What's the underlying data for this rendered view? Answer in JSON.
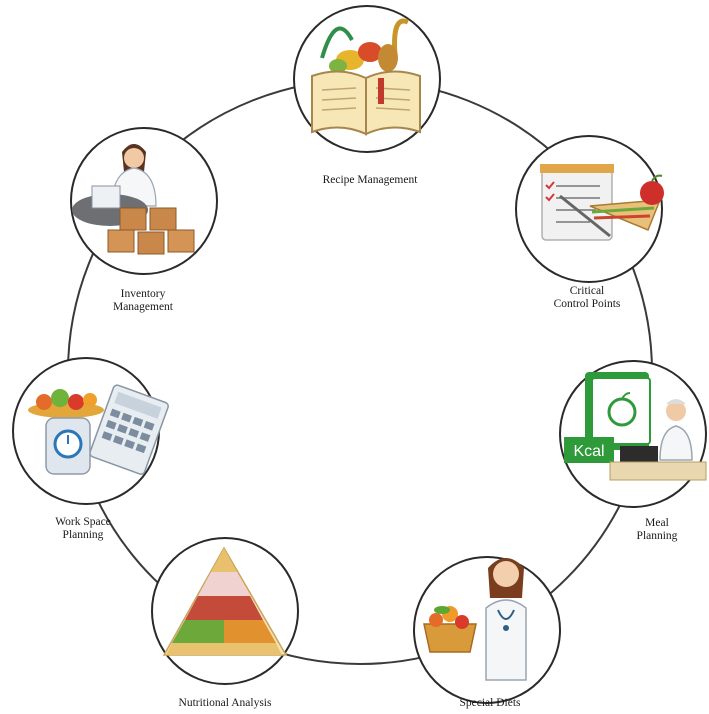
{
  "nodes": [
    {
      "id": "recipe-management",
      "lines": [
        "Recipe Management"
      ],
      "icon": "recipe-book-icon"
    },
    {
      "id": "critical-control-points",
      "lines": [
        "Critical",
        "Control Points"
      ],
      "icon": "checklist-sandwich-icon"
    },
    {
      "id": "meal-planning",
      "lines": [
        "Meal",
        "Planning"
      ],
      "icon": "kcal-doctor-icon"
    },
    {
      "id": "special-diets",
      "lines": [
        "Special Diets"
      ],
      "icon": "dietitian-icon"
    },
    {
      "id": "nutritional-analysis",
      "lines": [
        "Nutritional Analysis"
      ],
      "icon": "food-pyramid-icon"
    },
    {
      "id": "work-space-planning",
      "lines": [
        "Work Space",
        "Planning"
      ],
      "icon": "scale-calculator-icon"
    },
    {
      "id": "inventory-management",
      "lines": [
        "Inventory",
        "Management"
      ],
      "icon": "boxes-clerk-icon"
    }
  ],
  "meal_planning_badge": "Kcal",
  "colors": {
    "ring": "#3a3a3a",
    "node_border": "#2a2a2a",
    "kcal_green": "#2e9a3a"
  }
}
